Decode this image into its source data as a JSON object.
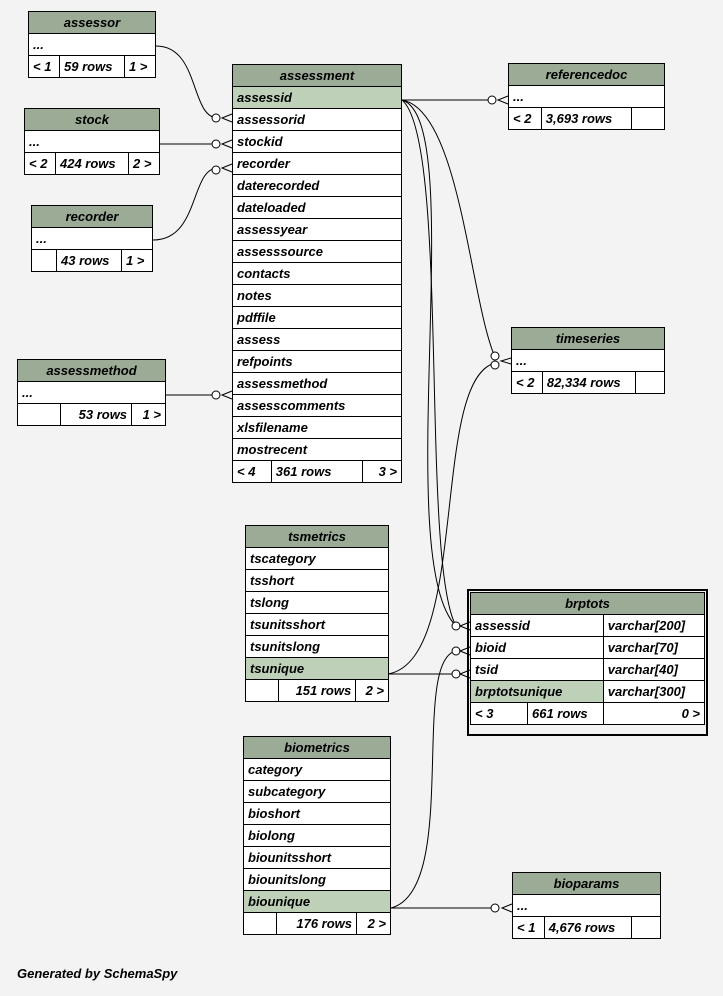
{
  "tables": {
    "assessor": {
      "name": "assessor",
      "rows": [
        "..."
      ],
      "prev": "< 1",
      "count": "59 rows",
      "next": "1 >"
    },
    "stock": {
      "name": "stock",
      "rows": [
        "..."
      ],
      "prev": "< 2",
      "count": "424 rows",
      "next": "2 >"
    },
    "recorder": {
      "name": "recorder",
      "rows": [
        "..."
      ],
      "prev": "",
      "count": "43 rows",
      "next": "1 >"
    },
    "assessmethod": {
      "name": "assessmethod",
      "rows": [
        "..."
      ],
      "prev": "",
      "count": "53 rows",
      "next": "1 >"
    },
    "assessment": {
      "name": "assessment",
      "key": "assessid",
      "rows": [
        "assessorid",
        "stockid",
        "recorder",
        "daterecorded",
        "dateloaded",
        "assessyear",
        "assesssource",
        "contacts",
        "notes",
        "pdffile",
        "assess",
        "refpoints",
        "assessmethod",
        "assesscomments",
        "xlsfilename",
        "mostrecent"
      ],
      "prev": "< 4",
      "count": "361 rows",
      "next": "3 >"
    },
    "referencedoc": {
      "name": "referencedoc",
      "rows": [
        "..."
      ],
      "prev": "< 2",
      "count": "3,693 rows",
      "next": ""
    },
    "timeseries": {
      "name": "timeseries",
      "rows": [
        "..."
      ],
      "prev": "< 2",
      "count": "82,334 rows",
      "next": ""
    },
    "tsmetrics": {
      "name": "tsmetrics",
      "rows": [
        "tscategory",
        "tsshort",
        "tslong",
        "tsunitsshort",
        "tsunitslong"
      ],
      "key": "tsunique",
      "prev": "",
      "count": "151 rows",
      "next": "2 >"
    },
    "brptots": {
      "name": "brptots",
      "cols": [
        {
          "name": "assessid",
          "type": "varchar[200]"
        },
        {
          "name": "bioid",
          "type": "varchar[70]"
        },
        {
          "name": "tsid",
          "type": "varchar[40]"
        },
        {
          "name": "brptotsunique",
          "type": "varchar[300]"
        }
      ],
      "prev": "< 3",
      "count": "661 rows",
      "next": "0 >"
    },
    "biometrics": {
      "name": "biometrics",
      "rows": [
        "category",
        "subcategory",
        "bioshort",
        "biolong",
        "biounitsshort",
        "biounitslong"
      ],
      "key": "biounique",
      "prev": "",
      "count": "176 rows",
      "next": "2 >"
    },
    "bioparams": {
      "name": "bioparams",
      "rows": [
        "..."
      ],
      "prev": "< 1",
      "count": "4,676 rows",
      "next": ""
    }
  },
  "footer": "Generated by SchemaSpy",
  "colors": {
    "header": "#9bab96",
    "key": "#bed1b8",
    "background": "#f3f3f3"
  }
}
